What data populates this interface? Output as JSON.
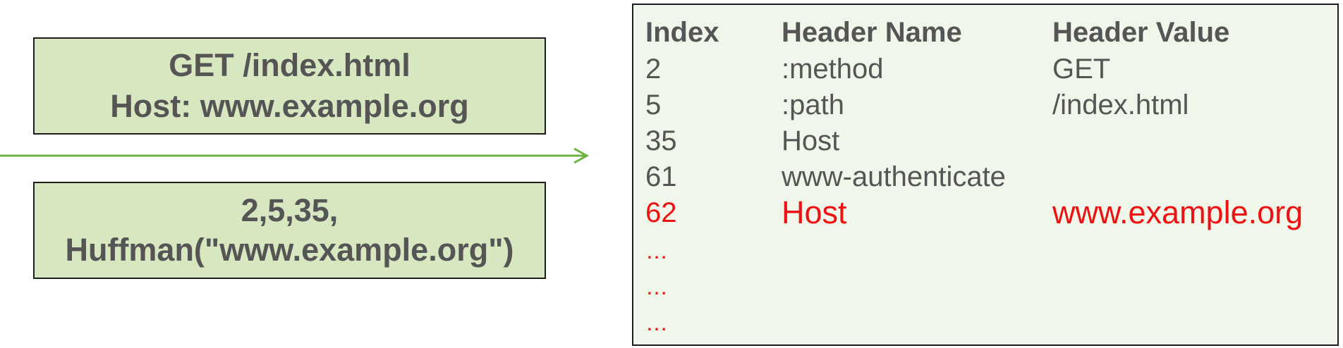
{
  "request_box": {
    "lines": [
      "GET /index.html",
      "Host: www.example.org"
    ]
  },
  "encoded_box": {
    "lines": [
      "2,5,35,",
      "Huffman(\"www.example.org\")"
    ]
  },
  "table": {
    "headers": {
      "index": "Index",
      "name": "Header Name",
      "value": "Header Value"
    },
    "rows": [
      {
        "index": "2",
        "name": ":method",
        "value": "GET"
      },
      {
        "index": "5",
        "name": ":path",
        "value": "/index.html"
      },
      {
        "index": "35",
        "name": "Host",
        "value": ""
      },
      {
        "index": "61",
        "name": "www-authenticate",
        "value": ""
      },
      {
        "index": "62",
        "name": "Host",
        "value": "www.example.org"
      }
    ],
    "ellipsis": [
      "…",
      "…",
      "…"
    ]
  },
  "colors": {
    "box_fill": "#d7e8c1",
    "panel_fill": "#f0f6e9",
    "arrow": "#6db33f",
    "text": "#555555",
    "highlight": "#ee1111"
  }
}
